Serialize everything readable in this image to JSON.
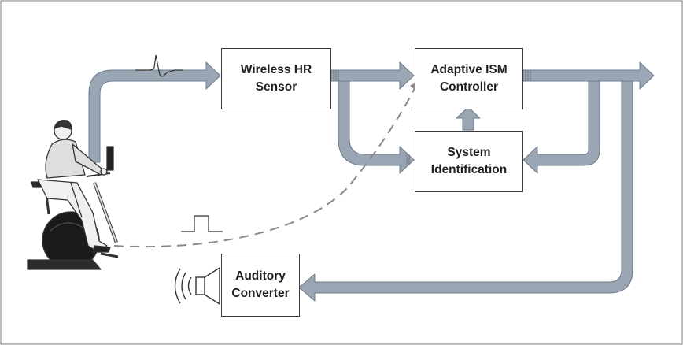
{
  "blocks": {
    "wireless_hr_sensor": {
      "line1": "Wireless HR",
      "line2": "Sensor"
    },
    "adaptive_ism_controller": {
      "line1": "Adaptive ISM",
      "line2": "Controller"
    },
    "system_identification": {
      "line1": "System",
      "line2": "Identification"
    },
    "auditory_converter": {
      "line1": "Auditory",
      "line2": "Converter"
    }
  },
  "icons": {
    "ecg_pulse": "ecg-waveform-icon",
    "square_pulse": "square-pulse-icon",
    "speaker": "speaker-icon",
    "cyclist": "exercise-bike-cyclist-icon"
  },
  "colors": {
    "arrow_fill": "#9aa6b3",
    "arrow_stroke": "#6e7b88",
    "frame": "#7f7f7f",
    "box_border": "#3b3b3b",
    "dashed": "#8a8a8a"
  }
}
